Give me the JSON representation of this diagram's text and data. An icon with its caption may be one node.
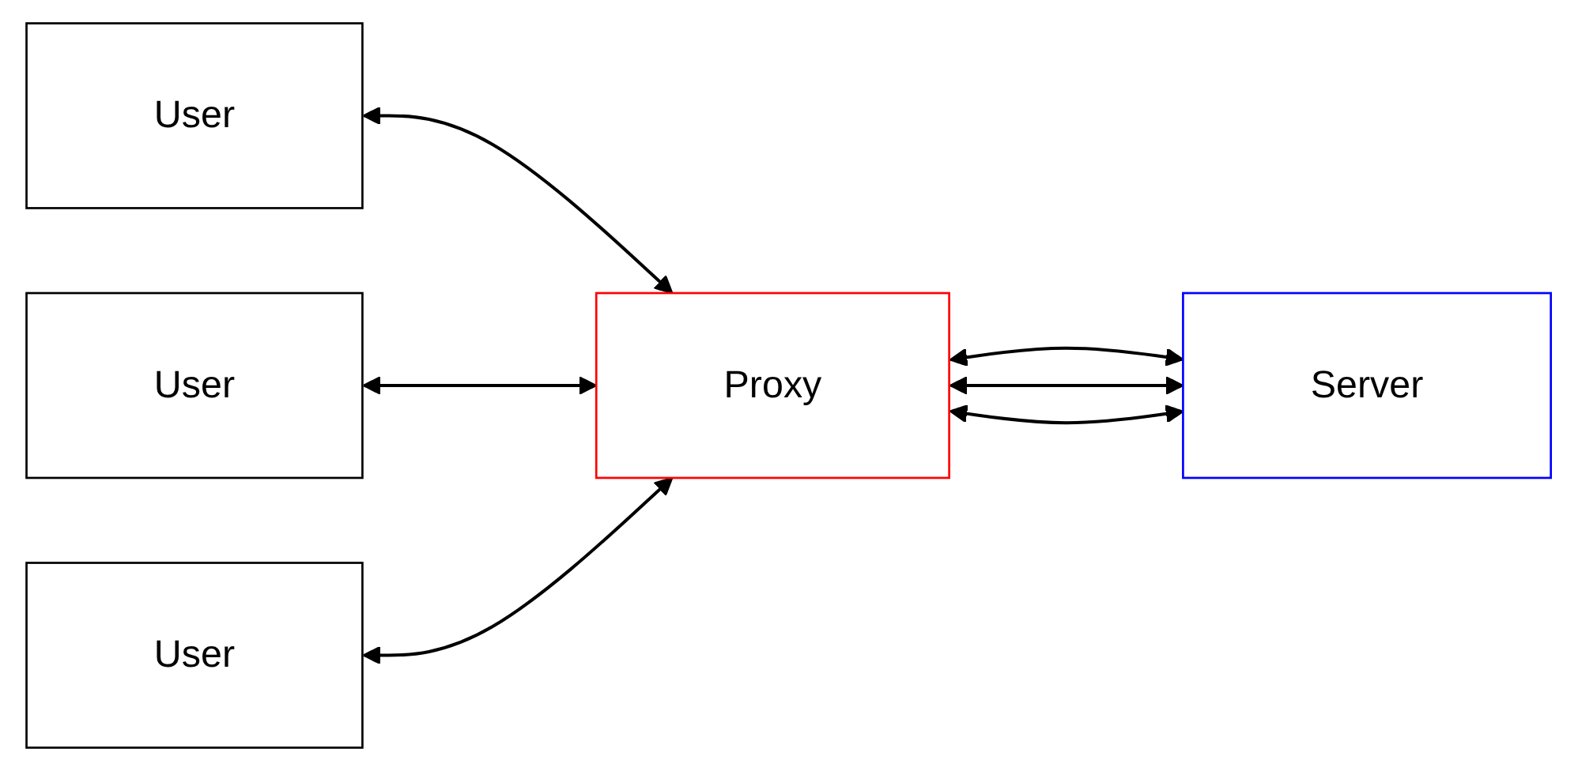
{
  "diagram": {
    "nodes": [
      {
        "text": [
          "User"
        ]
      },
      {
        "text": [
          "User"
        ]
      },
      {
        "text": [
          "User"
        ]
      },
      {
        "text": [
          "Proxy"
        ]
      },
      {
        "text": [
          "Server"
        ]
      }
    ],
    "edges": [
      {
        "from": 0,
        "to": 3,
        "arrow": "both"
      },
      {
        "from": 1,
        "to": 3,
        "arrow": "both"
      },
      {
        "from": 2,
        "to": 3,
        "arrow": "both"
      },
      {
        "from": 3,
        "to": 4,
        "arrow": "both"
      },
      {
        "from": 3,
        "to": 4,
        "arrow": "both"
      },
      {
        "from": 3,
        "to": 4,
        "arrow": "both"
      }
    ]
  }
}
